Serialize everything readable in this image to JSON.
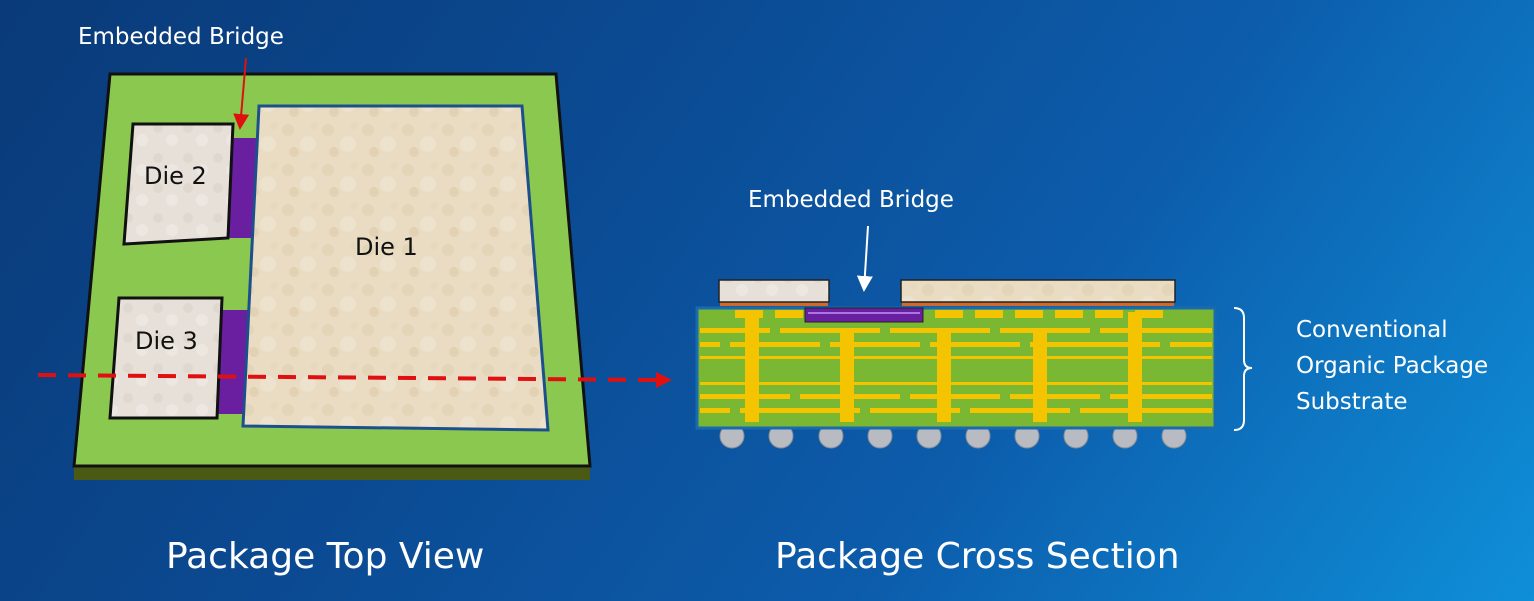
{
  "top_view": {
    "bridge_label": "Embedded Bridge",
    "die1": "Die 1",
    "die2": "Die 2",
    "die3": "Die 3",
    "caption": "Package Top View"
  },
  "cross_section": {
    "bridge_label": "Embedded Bridge",
    "substrate_label": [
      "Conventional",
      "Organic Package",
      "Substrate"
    ],
    "caption": "Package Cross Section"
  },
  "colors": {
    "substrate_green": "#8bc84f",
    "die_beige": "#e8dcc4",
    "bridge_purple": "#6a1fa0",
    "trace_yellow": "#f5c400",
    "arrow_red": "#e01010"
  }
}
